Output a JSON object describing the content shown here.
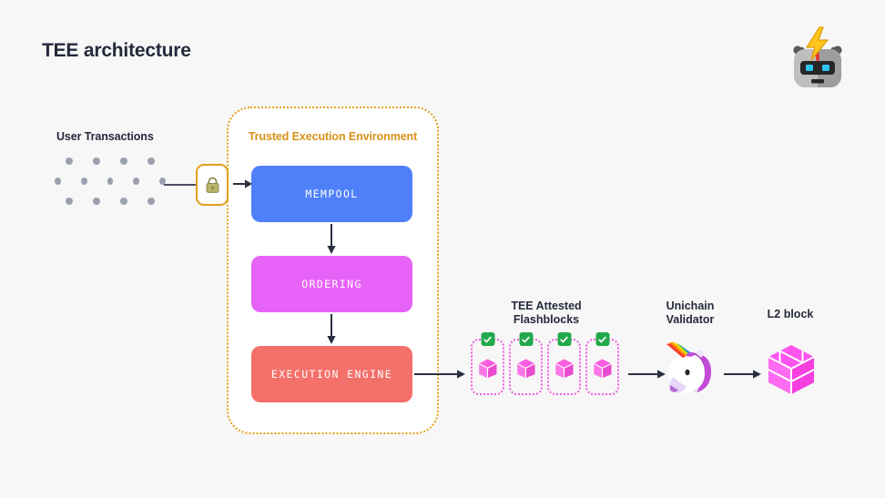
{
  "page": {
    "title": "TEE architecture",
    "background_color": "#F7F7F7"
  },
  "brand": {
    "logo_icon": "robot-lightning-icon"
  },
  "inputs": {
    "label": "User Transactions",
    "dot_rows": [
      4,
      5,
      4
    ],
    "dot_color": "#9AA0AE",
    "encryption_icon": "lock-icon",
    "lock_color": "#E3A017"
  },
  "tee": {
    "title": "Trusted Execution Environment",
    "border_color": "#E3A017",
    "title_color": "#D9921A",
    "stages": [
      {
        "name": "mempool",
        "label": "MEMPOOL",
        "color": "#4F80FA"
      },
      {
        "name": "ordering",
        "label": "ORDERING",
        "color": "#E763F7"
      },
      {
        "name": "execution-engine",
        "label": "EXECUTION ENGINE",
        "color": "#F4706A"
      }
    ]
  },
  "flashblocks": {
    "label_line1": "TEE Attested",
    "label_line2": "Flashblocks",
    "count": 4,
    "border_color": "#F05BDC",
    "cube_color": "#F95FE0",
    "badge_icon": "check-badge-icon",
    "badge_color": "#22A94B"
  },
  "validator": {
    "label_line1": "Unichain",
    "label_line2": "Validator",
    "icon": "unicorn-icon"
  },
  "output": {
    "label": "L2 block",
    "icon": "cube-2x2-icon",
    "color": "#FF55EE"
  }
}
